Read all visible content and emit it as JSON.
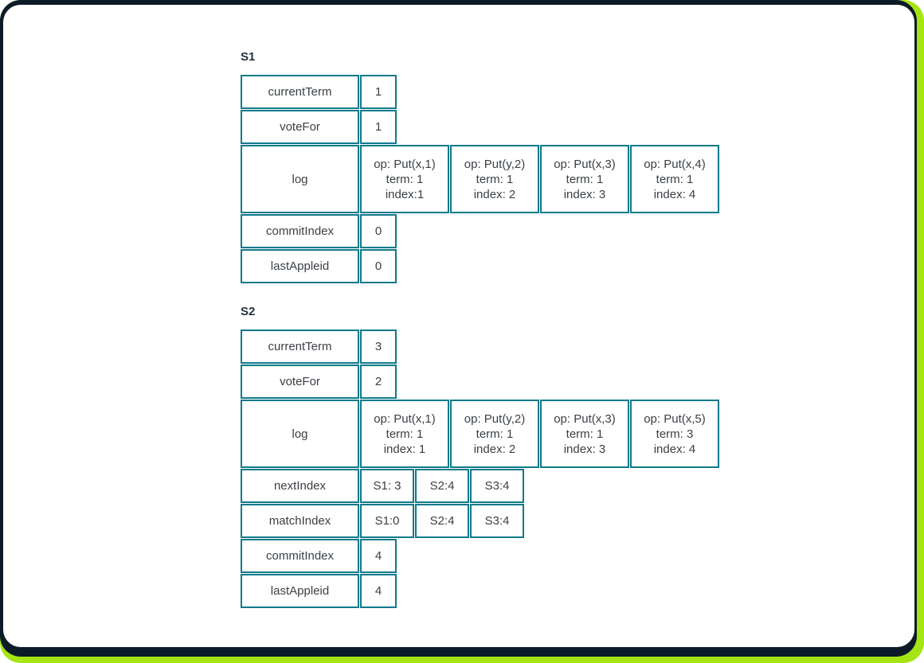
{
  "colors": {
    "accent_green": "#a5e514",
    "frame_navy": "#0d1b28",
    "table_border_teal": "#0f7a8a",
    "text_gray": "#3b4045"
  },
  "s1": {
    "title": "S1",
    "rows_top": [
      {
        "label": "currentTerm",
        "value": "1"
      },
      {
        "label": "voteFor",
        "value": "1"
      }
    ],
    "log_label": "log",
    "log_entries": [
      {
        "op": "op: Put(x,1)",
        "term": "term: 1",
        "index": "index:1"
      },
      {
        "op": "op: Put(y,2)",
        "term": "term: 1",
        "index": "index: 2"
      },
      {
        "op": "op: Put(x,3)",
        "term": "term: 1",
        "index": "index: 3"
      },
      {
        "op": "op: Put(x,4)",
        "term": "term: 1",
        "index": "index: 4"
      }
    ],
    "rows_bottom": [
      {
        "label": "commitIndex",
        "value": "0"
      },
      {
        "label": "lastAppleid",
        "value": "0"
      }
    ]
  },
  "s2": {
    "title": "S2",
    "rows_top": [
      {
        "label": "currentTerm",
        "value": "3"
      },
      {
        "label": "voteFor",
        "value": "2"
      }
    ],
    "log_label": "log",
    "log_entries": [
      {
        "op": "op: Put(x,1)",
        "term": "term: 1",
        "index": "index: 1"
      },
      {
        "op": "op: Put(y,2)",
        "term": "term: 1",
        "index": "index: 2"
      },
      {
        "op": "op: Put(x,3)",
        "term": "term: 1",
        "index": "index: 3"
      },
      {
        "op": "op: Put(x,5)",
        "term": "term: 3",
        "index": "index: 4"
      }
    ],
    "index_rows": [
      {
        "label": "nextIndex",
        "v0": "S1: 3",
        "v1": "S2:4",
        "v2": "S3:4"
      },
      {
        "label": "matchIndex",
        "v0": "S1:0",
        "v1": "S2:4",
        "v2": "S3:4"
      }
    ],
    "rows_bottom": [
      {
        "label": "commitIndex",
        "value": "4"
      },
      {
        "label": "lastAppleid",
        "value": "4"
      }
    ]
  }
}
